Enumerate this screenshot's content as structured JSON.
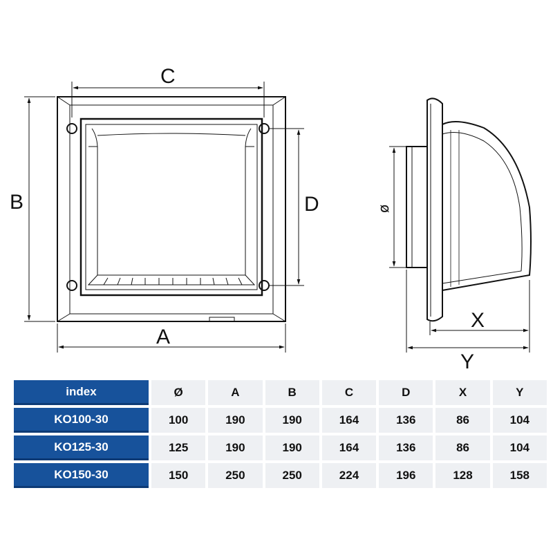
{
  "drawing": {
    "front_view": {
      "label_c": "C",
      "label_b": "B",
      "label_d": "D",
      "label_a": "A"
    },
    "side_view": {
      "label_diameter": "ø",
      "label_x": "X",
      "label_y": "Y"
    }
  },
  "table": {
    "header_color": "#17529b",
    "cell_color": "#eef0f3",
    "columns": [
      "index",
      "Ø",
      "A",
      "B",
      "C",
      "D",
      "X",
      "Y"
    ],
    "rows": [
      {
        "index": "KO100-30",
        "values": [
          "100",
          "190",
          "190",
          "164",
          "136",
          "86",
          "104"
        ]
      },
      {
        "index": "KO125-30",
        "values": [
          "125",
          "190",
          "190",
          "164",
          "136",
          "86",
          "104"
        ]
      },
      {
        "index": "KO150-30",
        "values": [
          "150",
          "250",
          "250",
          "224",
          "196",
          "128",
          "158"
        ]
      }
    ]
  }
}
